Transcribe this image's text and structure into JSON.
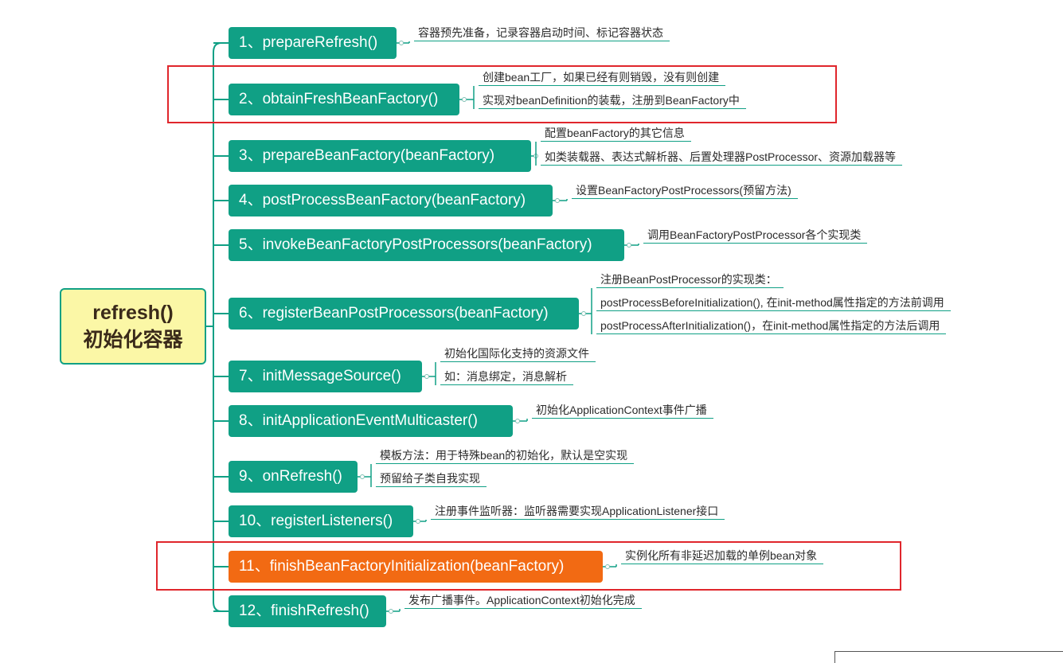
{
  "root": {
    "line1": "refresh()",
    "line2": "初始化容器"
  },
  "steps": [
    {
      "label": "1、prepareRefresh()",
      "notes": [
        "容器预先准备，记录容器启动时间、标记容器状态"
      ]
    },
    {
      "label": "2、obtainFreshBeanFactory()",
      "notes": [
        "创建bean工厂，如果已经有则销毁，没有则创建",
        "实现对beanDefinition的装载，注册到BeanFactory中"
      ]
    },
    {
      "label": "3、prepareBeanFactory(beanFactory)",
      "notes": [
        "配置beanFactory的其它信息",
        "如类装载器、表达式解析器、后置处理器PostProcessor、资源加载器等"
      ]
    },
    {
      "label": "4、postProcessBeanFactory(beanFactory)",
      "notes": [
        "设置BeanFactoryPostProcessors(预留方法)"
      ]
    },
    {
      "label": "5、invokeBeanFactoryPostProcessors(beanFactory)",
      "notes": [
        "调用BeanFactoryPostProcessor各个实现类"
      ]
    },
    {
      "label": "6、registerBeanPostProcessors(beanFactory)",
      "notes": [
        "注册BeanPostProcessor的实现类：",
        "postProcessBeforeInitialization(), 在init-method属性指定的方法前调用",
        "postProcessAfterInitialization()，在init-method属性指定的方法后调用"
      ]
    },
    {
      "label": "7、initMessageSource()",
      "notes": [
        "初始化国际化支持的资源文件",
        "如：消息绑定，消息解析"
      ]
    },
    {
      "label": "8、initApplicationEventMulticaster()",
      "notes": [
        "初始化ApplicationContext事件广播"
      ]
    },
    {
      "label": "9、onRefresh()",
      "notes": [
        "模板方法：用于特殊bean的初始化，默认是空实现",
        "预留给子类自我实现"
      ]
    },
    {
      "label": "10、registerListeners()",
      "notes": [
        "注册事件监听器：监听器需要实现ApplicationListener接口"
      ]
    },
    {
      "label": "11、finishBeanFactoryInitialization(beanFactory)",
      "notes": [
        "实例化所有非延迟加载的单例bean对象"
      ]
    },
    {
      "label": "12、finishRefresh()",
      "notes": [
        "发布广播事件。ApplicationContext初始化完成"
      ]
    }
  ],
  "colors": {
    "node": "#10a085",
    "highlight_node": "#f26a13",
    "root_fill": "#fbf7a6",
    "frame": "#e0262c"
  },
  "highlighted_steps": [
    2,
    11
  ]
}
